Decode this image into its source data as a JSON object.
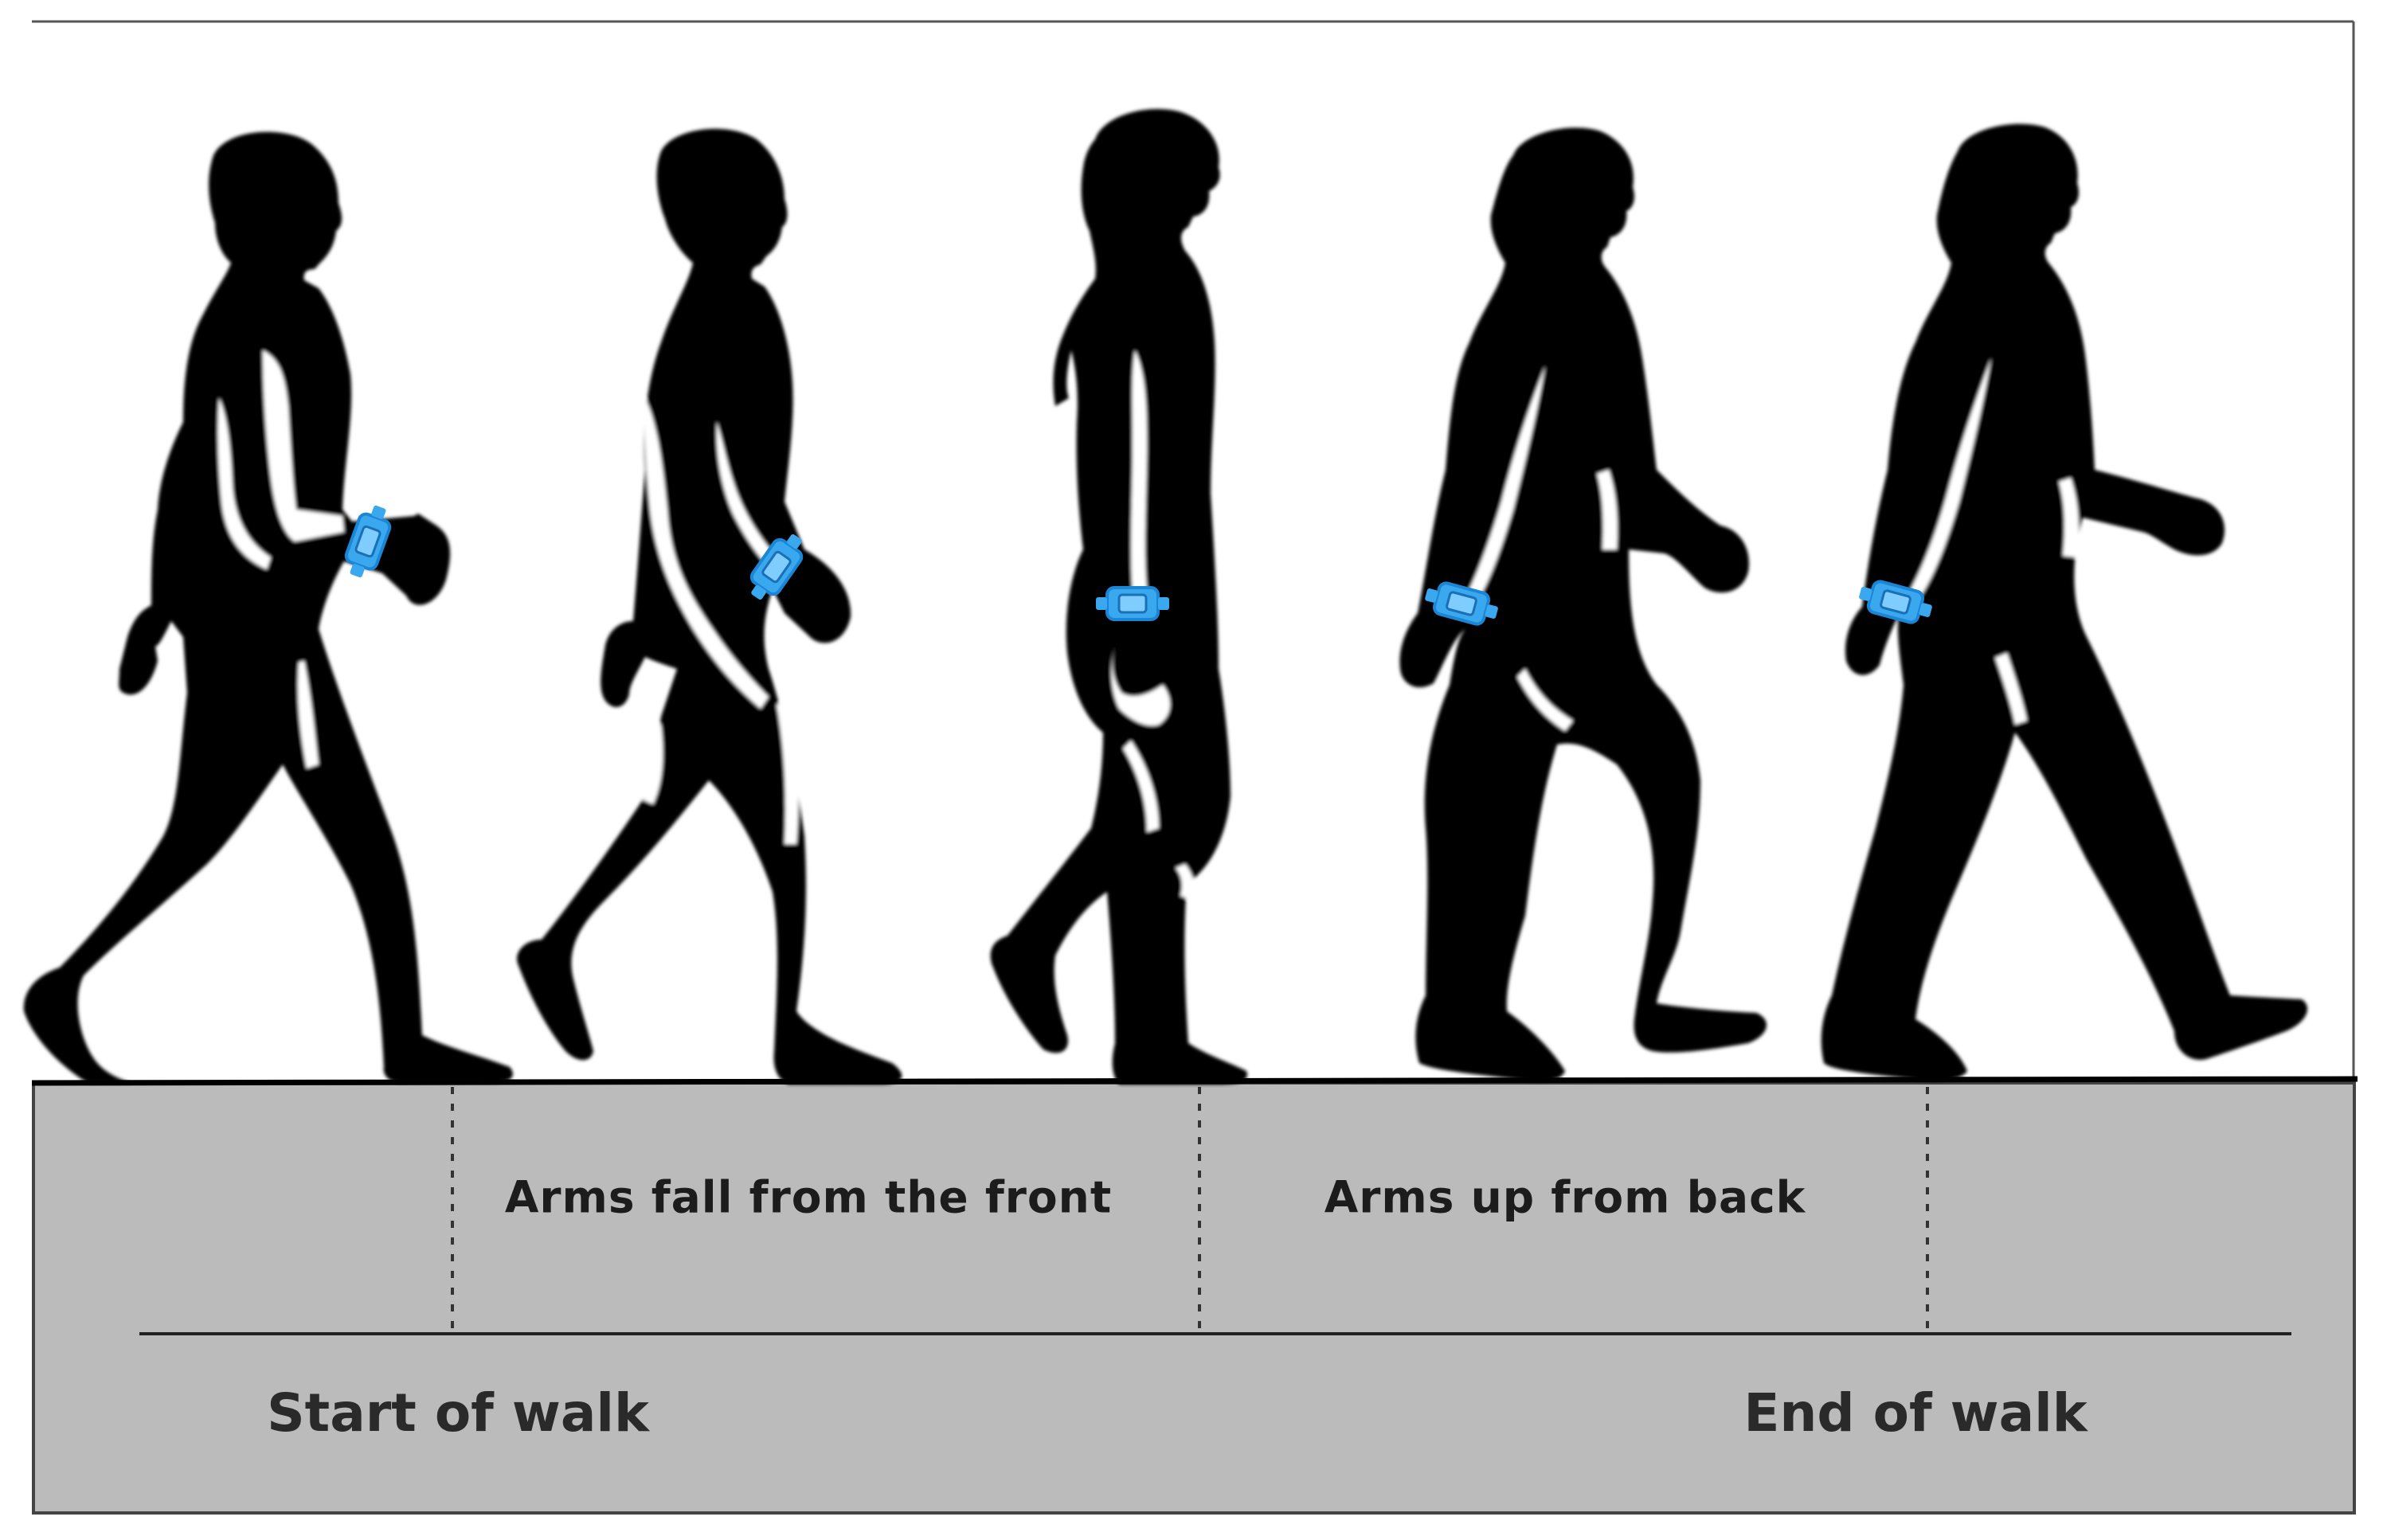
{
  "phases": {
    "left": "Arms fall from the front",
    "right": "Arms up from back"
  },
  "timeline": {
    "start": "Start of walk",
    "end": "End of walk"
  },
  "figures": [
    {
      "id": "walker-1",
      "sensor": "wrist-sensor-icon"
    },
    {
      "id": "walker-2",
      "sensor": "wrist-sensor-icon"
    },
    {
      "id": "walker-3",
      "sensor": "wrist-sensor-icon"
    },
    {
      "id": "walker-4",
      "sensor": "wrist-sensor-icon"
    },
    {
      "id": "walker-5",
      "sensor": "wrist-sensor-icon"
    }
  ],
  "colors": {
    "silhouette": "#000000",
    "sensor": "#3aa8ef",
    "ground": "#bbbbbb",
    "frame": "#444444"
  }
}
